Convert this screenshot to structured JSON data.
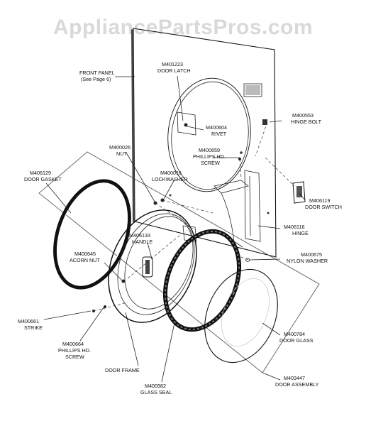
{
  "watermark": "AppliancePartsPros.com",
  "labels": {
    "front_panel_1": "FRONT PANEL",
    "front_panel_2": "(See Page 6)",
    "door_latch_num": "M401223",
    "door_latch_name": "DOOR LATCH",
    "rivet_num": "M400604",
    "rivet_name": "RIVET",
    "hinge_bolt_num": "M400553",
    "hinge_bolt_name": "HINGE BOLT",
    "nut_num": "M400026",
    "nut_name": "NUT",
    "phillips_top_num": "M400659",
    "phillips_top_name_1": "PHILLIPS HD.",
    "phillips_top_name_2": "SCREW",
    "lockwasher_num": "M400016",
    "lockwasher_name": "LOCKWASHER",
    "gasket_num": "M406129",
    "gasket_name": "DOOR GASKET",
    "door_switch_num": "M406119",
    "door_switch_name": "DOOR SWITCH",
    "handle_num": "M406133",
    "handle_name": "HANDLE",
    "acorn_num": "M400645",
    "acorn_name": "ACORN NUT",
    "hinge_num": "M406116",
    "hinge_name": "HINGE",
    "nylon_num": "M400675",
    "nylon_name": "NYLON WASHER",
    "strike_num": "M400661",
    "strike_name": "STRIKE",
    "door_glass_num": "M400784",
    "door_glass_name": "DOOR GLASS",
    "phillips_bottom_num": "M400664",
    "phillips_bottom_name_1": "PHILLIPS HD.",
    "phillips_bottom_name_2": "SCREW",
    "door_frame_name": "DOOR FRAME",
    "glass_seal_num": "M400982",
    "glass_seal_name": "GLASS SEAL",
    "door_assembly_num": "M403447",
    "door_assembly_name": "DOOR ASSEMBLY"
  }
}
